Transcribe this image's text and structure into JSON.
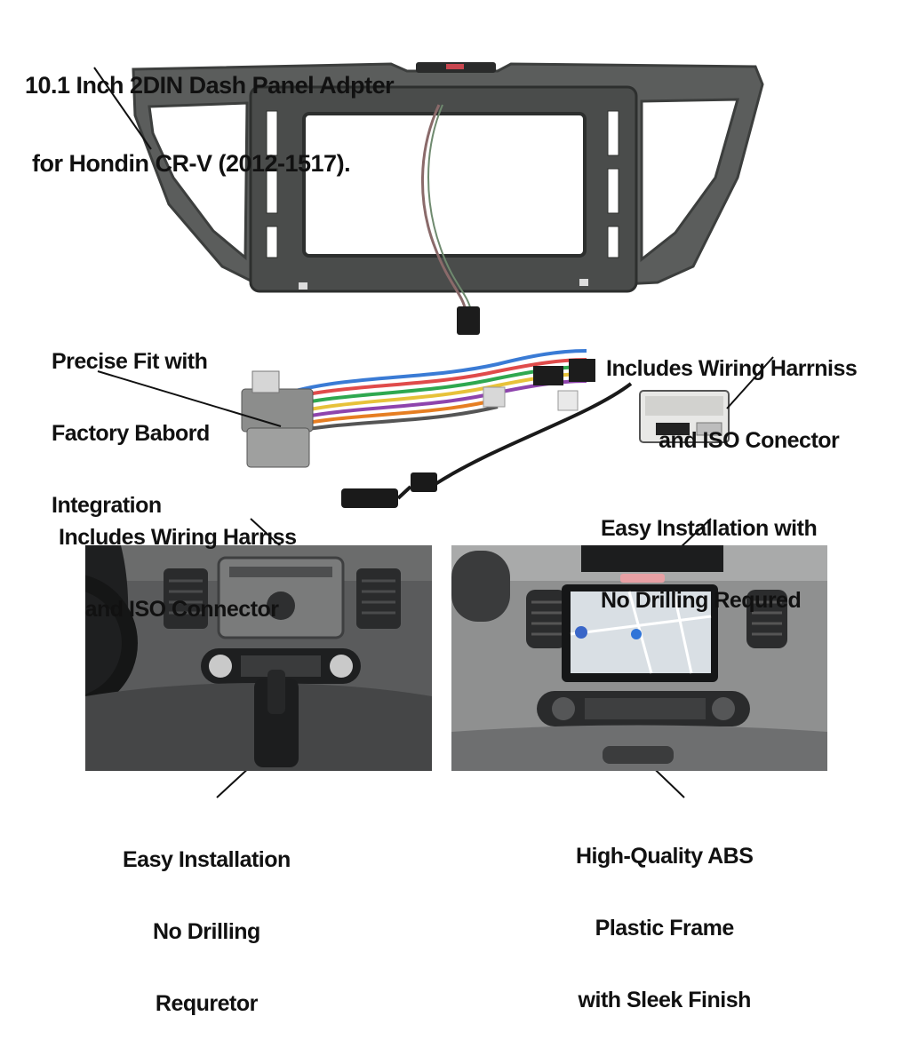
{
  "title": {
    "line1": "10.1 Inch 2DIN Dash Panel Adpter",
    "line2": "for Hondin CR-V (2012-1517)."
  },
  "features": {
    "precise_fit": [
      "Precise Fit with",
      "Factory Babord",
      "Integration"
    ],
    "harness_right": [
      "Includes Wiring Harrniss",
      "and ISO Conector"
    ],
    "harness_left": [
      "Includes Wiring Harrıss",
      "and ISO Connector"
    ],
    "easy_right": [
      "Easy Installation with",
      "No Drilling Requred"
    ],
    "easy_left": [
      "Easy Installation",
      "No Drilling",
      "Requretor"
    ],
    "abs_frame": [
      "High-Quality ABS",
      "Plastic Frame",
      "with Sleek Finish"
    ]
  },
  "colors": {
    "frame": "#5b5d5c",
    "frame_dark": "#3c3e3d",
    "background": "#ffffff",
    "text": "#111111"
  }
}
